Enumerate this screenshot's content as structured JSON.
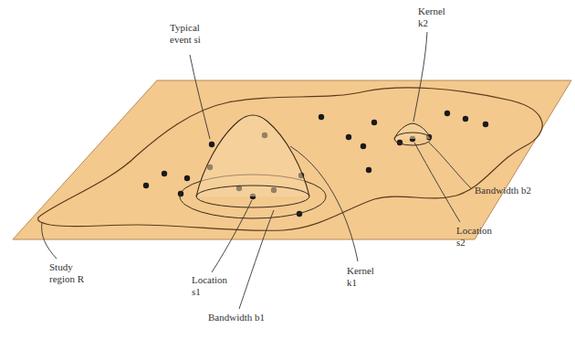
{
  "diagram": {
    "labels": [
      "Typical event si",
      "Kernel k2",
      "Bandwidth b2",
      "Location s2",
      "Study region R",
      "Location s1",
      "Bandwidth b1",
      "Kernel k1"
    ]
  }
}
